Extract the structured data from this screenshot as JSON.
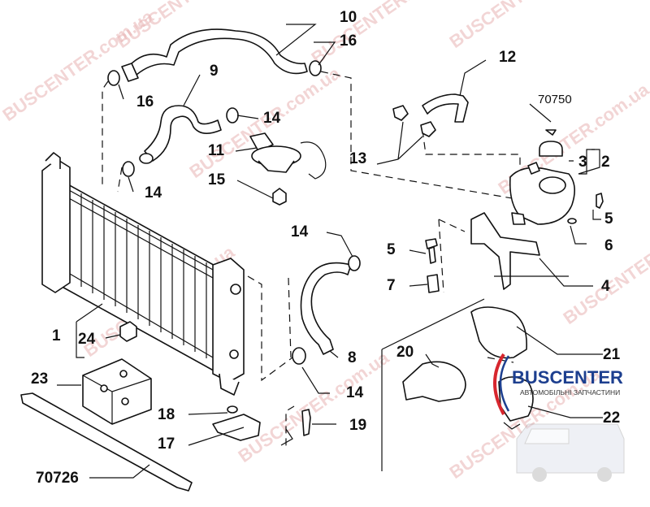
{
  "watermark": {
    "text": "BUSCENTER.com.ua",
    "color": "#e8b4b4"
  },
  "logo": {
    "brand": "BUSCENTER",
    "tagline": "АВТОМОБІЛЬНІ ЗАПЧАСТИНИ",
    "colors": {
      "red": "#d7262e",
      "blue": "#1d3f8f"
    }
  },
  "callouts": {
    "c1": "1",
    "c2": "2",
    "c3": "3",
    "c4": "4",
    "c5a": "5",
    "c5b": "5",
    "c6": "6",
    "c7": "7",
    "c8": "8",
    "c9": "9",
    "c10": "10",
    "c11": "11",
    "c12": "12",
    "c13": "13",
    "c14a": "14",
    "c14b": "14",
    "c14c": "14",
    "c14d": "14",
    "c15": "15",
    "c16a": "16",
    "c16b": "16",
    "c17": "17",
    "c18": "18",
    "c19": "19",
    "c20": "20",
    "c21": "21",
    "c22": "22",
    "c23": "23",
    "c24": "24",
    "c70750": "70750",
    "c70726": "70726"
  }
}
